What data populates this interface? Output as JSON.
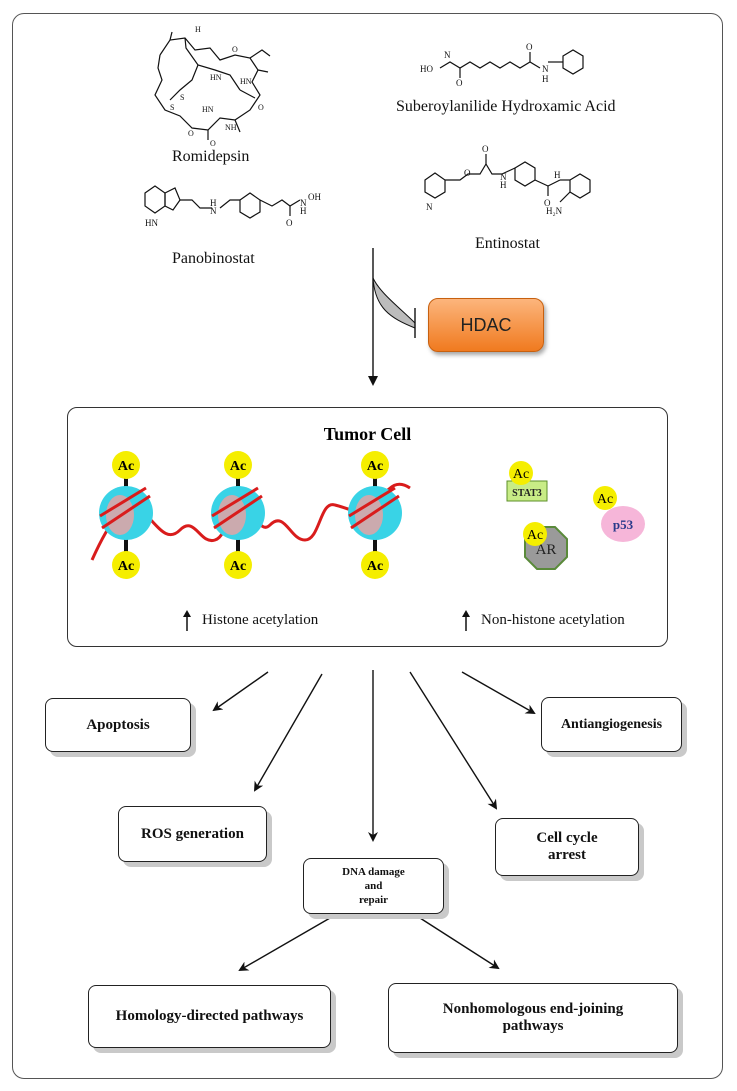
{
  "drugs": {
    "romidepsin": "Romidepsin",
    "saha": "Suberoylanilide Hydroxamic Acid",
    "panobinostat": "Panobinostat",
    "entinostat": "Entinostat"
  },
  "hdac_label": "HDAC",
  "tumor_cell": {
    "title": "Tumor Cell",
    "ac_label": "Ac",
    "stat3_label": "STAT3",
    "p53_label": "p53",
    "ar_label": "AR",
    "histone_label": "Histone acetylation",
    "nonhistone_label": "Non-histone acetylation"
  },
  "outcomes": {
    "apoptosis": "Apoptosis",
    "antiangiogenesis": "Antiangiogenesis",
    "ros": "ROS generation",
    "cell_cycle_line1": "Cell cycle",
    "cell_cycle_line2": "arrest",
    "dna_line1": "DNA damage",
    "dna_line2": "and",
    "dna_line3": "repair",
    "homology": "Homology-directed pathways",
    "nhej_line1": "Nonhomologous end-joining",
    "nhej_line2": "pathways"
  },
  "colors": {
    "ac_yellow": "#f5ee00",
    "nucleosome_cyan": "#39d3e6",
    "dna_red": "#d91c1c",
    "hdac_orange": "#f07a1f",
    "stat3_green": "#c8ec86",
    "p53_pink": "#f6b6d9",
    "ar_gray": "#9a9a9a"
  }
}
